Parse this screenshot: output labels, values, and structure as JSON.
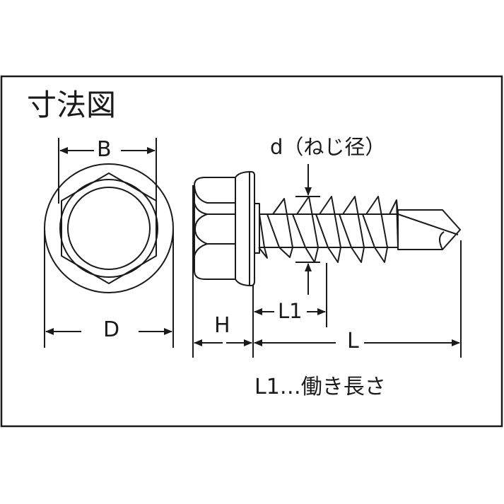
{
  "title": "寸法図",
  "dimensions": {
    "B": "B",
    "D": "D",
    "H": "H",
    "L1": "L1",
    "L": "L",
    "d": "d（ねじ径）"
  },
  "legend": {
    "note": "L1…働き長さ"
  },
  "colors": {
    "line": "#1a1a1a",
    "background": "#ffffff",
    "frame": "#1a1a1a"
  }
}
